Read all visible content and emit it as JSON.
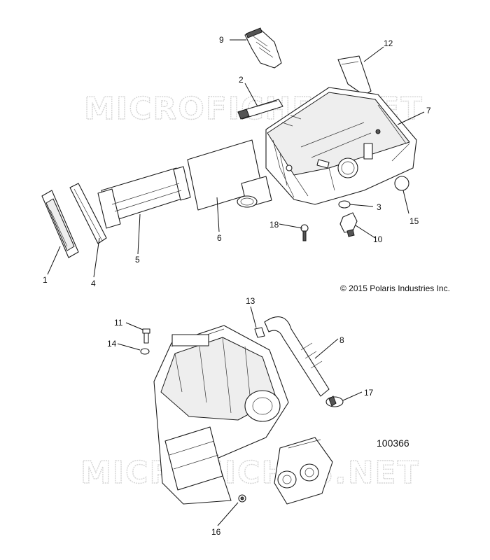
{
  "watermark": {
    "text": "MICROFICHES.NET"
  },
  "copyright": "© 2015 Polaris Industries Inc.",
  "part_number": "100366",
  "callouts": {
    "c1": "1",
    "c2": "2",
    "c3": "3",
    "c4": "4",
    "c5": "5",
    "c6": "6",
    "c7": "7",
    "c8": "8",
    "c9": "9",
    "c10": "10",
    "c11": "11",
    "c12": "12",
    "c13": "13",
    "c14": "14",
    "c15": "15",
    "c16": "16",
    "c17": "17",
    "c18": "18"
  }
}
